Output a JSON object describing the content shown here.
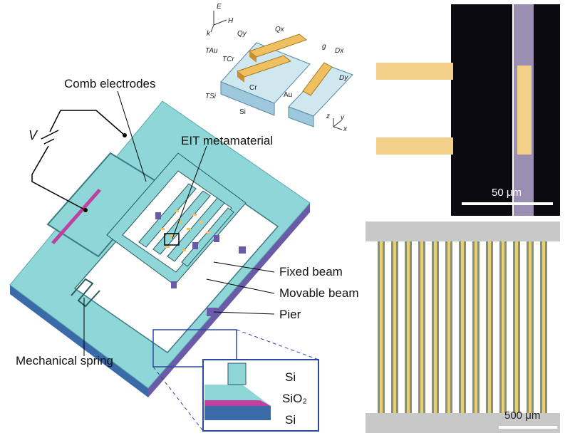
{
  "labels": {
    "comb_electrodes": "Comb electrodes",
    "voltage": "V",
    "eit_metamaterial": "EIT metamaterial",
    "fixed_beam": "Fixed beam",
    "movable_beam": "Movable beam",
    "pier": "Pier",
    "mechanical_spring": "Mechanical spring",
    "layer_si_top": "Si",
    "layer_sio2": "SiO₂",
    "layer_si_bottom": "Si"
  },
  "unit_cell": {
    "axis_E": "E",
    "axis_H": "H",
    "axis_k": "k",
    "dim_Qx": "Qx",
    "dim_Qy": "Qy",
    "dim_g": "g",
    "dim_Dx": "Dx",
    "dim_Dy": "Dy",
    "dim_TAu": "TAu",
    "dim_TCr": "TCr",
    "dim_TSi": "TSi",
    "mat_Cr": "Cr",
    "mat_Au": "Au",
    "mat_Si": "Si",
    "axis_x": "x",
    "axis_y": "y",
    "axis_z": "z"
  },
  "micrographs": {
    "top_scale": "50 μm",
    "bottom_scale": "500 μm"
  },
  "colors": {
    "chip_cyan": "#8fd6d9",
    "chip_dark": "#4a9aa0",
    "gold": "#f0c060",
    "purple": "#6a5aa8",
    "photo_purple": "#9a8fb0",
    "frame_blue": "#2a4aa0"
  }
}
